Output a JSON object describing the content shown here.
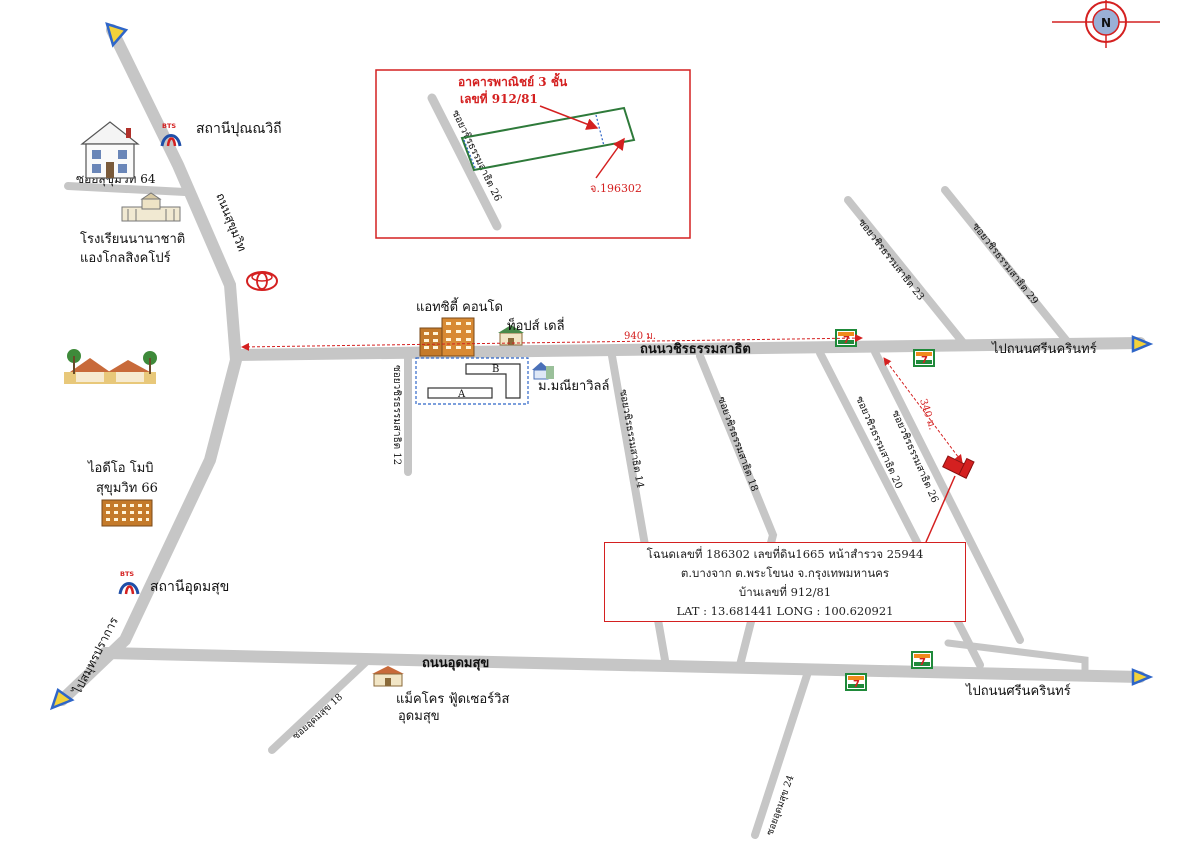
{
  "roads": {
    "sukhumvit_left": "ถนนสุขุมวิท",
    "watcharathammasathit": "ถนนวชิรธรรมสาธิต",
    "udomsuk": "ถนนอุดมสุข",
    "to_srinakarin_top": "ไปถนนศรีนครินทร์",
    "to_srinakarin_bottom": "ไปถนนศรีนครินทร์",
    "to_samut_prakan": "ไปสมุทรปราการ",
    "soi_sukhumvit_64": "ซอยสุขุมวิท 64",
    "soi_wachira_12": "ซอยวชิรธรรมสาธิต 12",
    "soi_wachira_14": "ซอยวชิรธรรมสาธิต 14",
    "soi_wachira_18": "ซอยวชิรธรรมสาธิต 18",
    "soi_wachira_20": "ซอยวชิรธรรมสาธิต 20",
    "soi_wachira_23": "ซอยวชิรธรรมสาธิต 23",
    "soi_wachira_26": "ซอยวชิรธรรมสาธิต 26",
    "soi_wachira_29": "ซอยวชิรธรรมสาธิต 29",
    "soi_udomsuk_18": "ซอยอุดมสุข 18",
    "soi_udomsuk_24": "ซอยอุดมสุข 24"
  },
  "landmarks": {
    "bts_punnawithi": "สถานีปุณณวิถี",
    "bts_udomsuk": "สถานีอุดมสุข",
    "school_line1": "โรงเรียนนานาชาติ",
    "school_line2": "แองโกลสิงคโปร์",
    "condo": "แอทซิตี้ คอนโด",
    "tops_daily": "ท็อปส์ เดลี่",
    "manee_villa": "ม.มณียาวิลล์",
    "ideo_line1": "ไอดีโอ โมบิ",
    "ideo_line2": "สุขุมวิท 66",
    "makro_line1": "แม็คโคร ฟู้ดเซอร์วิส",
    "makro_line2": "อุดมสุข",
    "block_a": "A",
    "block_b": "B"
  },
  "distances": {
    "main": "940 ม.",
    "soi": "340 ม."
  },
  "inset": {
    "building_label": "อาคารพาณิชย์ 3 ชั้น",
    "house_no": "เลขที่ 912/81",
    "deed": "จ.196302",
    "soi_label": "ซอยวชิรธรรมสาธิต 26"
  },
  "info": {
    "line1": "โฉนดเลขที่ 186302 เลขที่ดิน1665 หน้าสำรวจ 25944",
    "line2": "ต.บางจาก ต.พระโขนง  จ.กรุงเทพมหานคร",
    "line3": "บ้านเลขที่ 912/81",
    "line4": "LAT : 13.681441    LONG : 100.620921"
  },
  "compass": "N",
  "seven_eleven": "7",
  "colors": {
    "road": "#c6c6c6",
    "accent_red": "#d42020",
    "seven_green": "#1f8a3a",
    "seven_orange": "#f08a1c",
    "bts_blue": "#1f4fa8",
    "arrow_blue": "#2f66c8",
    "arrow_yellow": "#f3d23a"
  }
}
